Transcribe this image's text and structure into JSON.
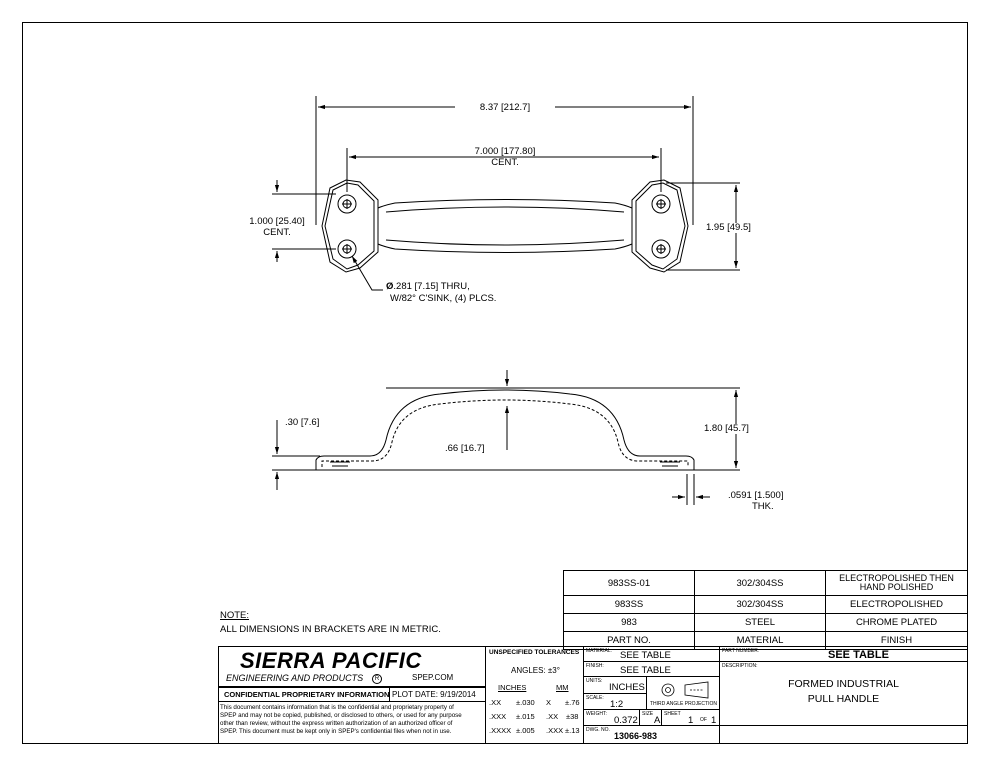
{
  "top_view": {
    "overall_width": "8.37 [212.7]",
    "hole_spacing": "7.000 [177.80]",
    "hole_spacing_note": "CENT.",
    "hole_vertical": "1.000 [25.40]",
    "hole_vertical_note": "CENT.",
    "overall_height": "1.95 [49.5]",
    "hole_callout_line1": ".281 [7.15]  THRU,",
    "hole_callout_diameter_symbol": "Ø",
    "hole_callout_line2": "W/82° C'SINK, (4) PLCS."
  },
  "side_view": {
    "flange_thickness": ".30 [7.6]",
    "inner_height": ".66 [16.7]",
    "overall_height": "1.80 [45.7]",
    "material_thickness": ".0591 [1.500]",
    "material_thickness_note": "THK."
  },
  "note": {
    "title": "NOTE:",
    "text": "ALL DIMENSIONS IN BRACKETS ARE IN METRIC."
  },
  "part_table": {
    "headers": [
      "PART NO.",
      "MATERIAL",
      "FINISH"
    ],
    "rows": [
      [
        "983SS-01",
        "302/304SS",
        "ELECTROPOLISHED THEN HAND POLISHED"
      ],
      [
        "983SS",
        "302/304SS",
        "ELECTROPOLISHED"
      ],
      [
        "983",
        "STEEL",
        "CHROME PLATED"
      ]
    ]
  },
  "title_block": {
    "company": "SIERRA PACIFIC",
    "company_sub": "ENGINEERING AND PRODUCTS",
    "registered": "R",
    "website": "SPEP.COM",
    "confidential_title": "CONFIDENTIAL PROPRIETARY INFORMATION",
    "plot_date": "PLOT DATE: 9/19/2014",
    "confidential_text_1": "This document contains information that is the confidential and proprietary property of",
    "confidential_text_2": "SPEP and may not be copied, published, or disclosed to others, or used for any purpose",
    "confidential_text_3": "other than review, without the express written authorization of an authorized officer of",
    "confidential_text_4": "SPEP. This document must be kept only in SPEP's confidential files when not in use.",
    "tolerances_title": "UNSPECIFIED TOLERANCES",
    "angles": "ANGLES: ±3°",
    "inches_header": "INCHES",
    "mm_header": "MM",
    "tol_inch": [
      [
        ".XX",
        "±.030"
      ],
      [
        ".XXX",
        "±.015"
      ],
      [
        ".XXXX",
        "±.005"
      ]
    ],
    "tol_mm": [
      [
        "X",
        "±.76"
      ],
      [
        ".XX",
        "±38"
      ],
      [
        ".XXX",
        "±.13"
      ]
    ],
    "material_label": "MATERIAL:",
    "material_value": "SEE TABLE",
    "finish_label": "FINISH:",
    "finish_value": "SEE TABLE",
    "units_label": "UNITS:",
    "units_value": "INCHES",
    "scale_label": "SCALE:",
    "scale_value": "1:2",
    "projection": "THIRD ANGLE PROJECTION",
    "weight_label": "WEIGHT:",
    "weight_value": "0.372",
    "size_label": "SIZE",
    "size_value": "A",
    "sheet_label": "SHEET",
    "sheet_value": "1",
    "of_label": "OF",
    "of_value": "1",
    "dwg_label": "DWG. NO.",
    "dwg_value": "13066-983",
    "part_number_label": "PART NUMBER:",
    "part_number_value": "SEE TABLE",
    "description_label": "DESCRIPTION:",
    "description_line1": "FORMED INDUSTRIAL",
    "description_line2": "PULL HANDLE"
  }
}
